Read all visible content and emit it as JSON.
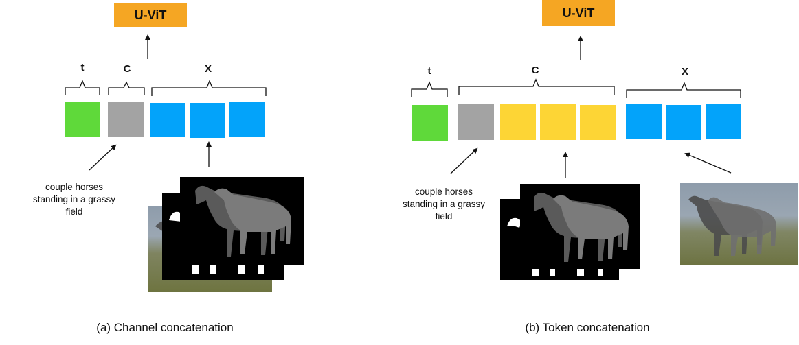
{
  "panel_a": {
    "model_label": "U-ViT",
    "label_t": "t",
    "label_c": "C",
    "label_x": "X",
    "caption_text": [
      "couple horses",
      "standing in a grassy",
      "field"
    ],
    "panel_caption": "(a) Channel concatenation"
  },
  "panel_b": {
    "model_label": "U-ViT",
    "label_t": "t",
    "label_c": "C",
    "label_x": "X",
    "caption_text": [
      "couple horses",
      "standing in a grassy",
      "field"
    ],
    "panel_caption": "(b) Token concatenation"
  },
  "colors": {
    "time_token": "#5fd93a",
    "caption_token": "#a3a3a3",
    "condition_token": "#fdd535",
    "noise_token": "#03a3fa",
    "model_box": "#f5a623"
  }
}
